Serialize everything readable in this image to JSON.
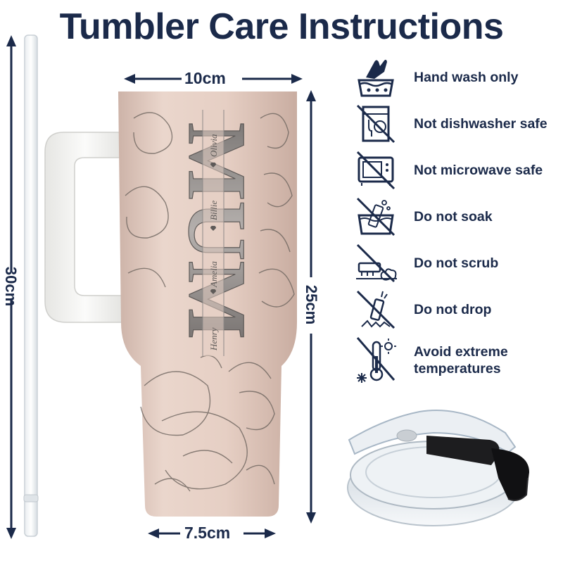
{
  "title": "Tumbler Care Instructions",
  "dimensions": {
    "top_width": "10cm",
    "bottom_width": "7.5cm",
    "straw_height": "30cm",
    "tumbler_height": "25cm"
  },
  "tumbler_engraving": {
    "word": "MUM",
    "names": [
      "Henry",
      "Amelia",
      "Billie",
      "Olivia"
    ]
  },
  "care_items": [
    {
      "icon": "hand-wash-icon",
      "label": "Hand wash only"
    },
    {
      "icon": "no-dishwasher-icon",
      "label": "Not dishwasher safe"
    },
    {
      "icon": "no-microwave-icon",
      "label": "Not microwave safe"
    },
    {
      "icon": "no-soak-icon",
      "label": "Do not soak"
    },
    {
      "icon": "no-scrub-icon",
      "label": "Do not scrub"
    },
    {
      "icon": "no-drop-icon",
      "label": "Do not drop"
    },
    {
      "icon": "thermometer-extreme-icon",
      "label_line1": "Avoid extreme",
      "label_line2": "temperatures"
    }
  ],
  "colors": {
    "navy": "#1b2a4a",
    "tumbler_pink": "#e6cfc4",
    "handle_white": "#f4f4f2",
    "engraving_grey": "#8e8a88"
  }
}
